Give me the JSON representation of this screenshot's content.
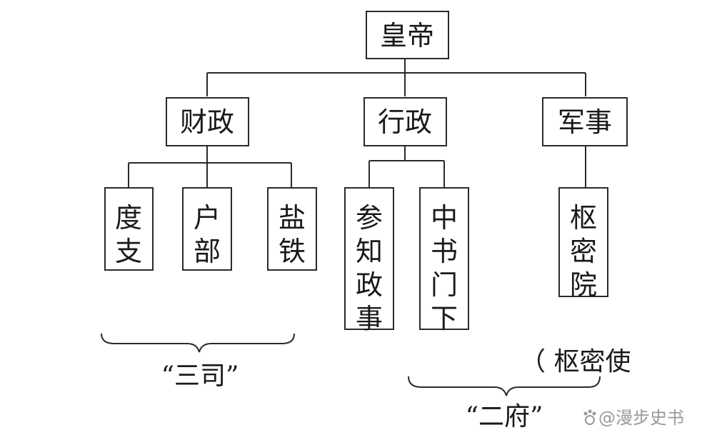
{
  "nodes": {
    "emperor": "皇帝",
    "finance": "财政",
    "administration": "行政",
    "military": "军事",
    "duzhi": "度支",
    "hubu": "户部",
    "yantie": "盐铁",
    "canzhi": "参知政事",
    "zhongshu": "中书门下",
    "shumiyuan": "枢密院"
  },
  "labels": {
    "three_offices": "“三司”",
    "privy_envoy": "（ 枢密使",
    "two_departments": "“二府”"
  },
  "watermark": {
    "text": "@漫步史书",
    "logo_icon": "paw-logo-icon"
  }
}
